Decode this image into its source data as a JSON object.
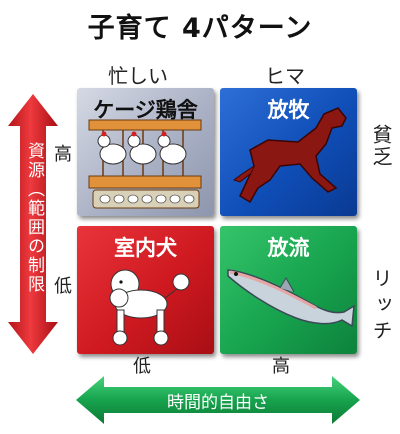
{
  "title": "子育て 4パターン",
  "columns": {
    "left": "忙しい",
    "right": "ヒマ"
  },
  "right_side": {
    "top": "貧乏",
    "bottom": "リッチ"
  },
  "vertical_axis": {
    "label": "資源（範囲の制限",
    "high": "高",
    "low": "低"
  },
  "horizontal_axis": {
    "label": "時間的自由さ",
    "low": "低",
    "high": "高"
  },
  "quadrants": {
    "top_left": {
      "label": "ケージ鶏舎"
    },
    "top_right": {
      "label": "放牧"
    },
    "bottom_left": {
      "label": "室内犬"
    },
    "bottom_right": {
      "label": "放流"
    }
  },
  "colors": {
    "cage": "#aab1c5",
    "pasture": "#0f4eb7",
    "indoor": "#cf1920",
    "release": "#17a34e",
    "vertical_arrow": "#d11e22",
    "horizontal_arrow": "#16a34a"
  }
}
